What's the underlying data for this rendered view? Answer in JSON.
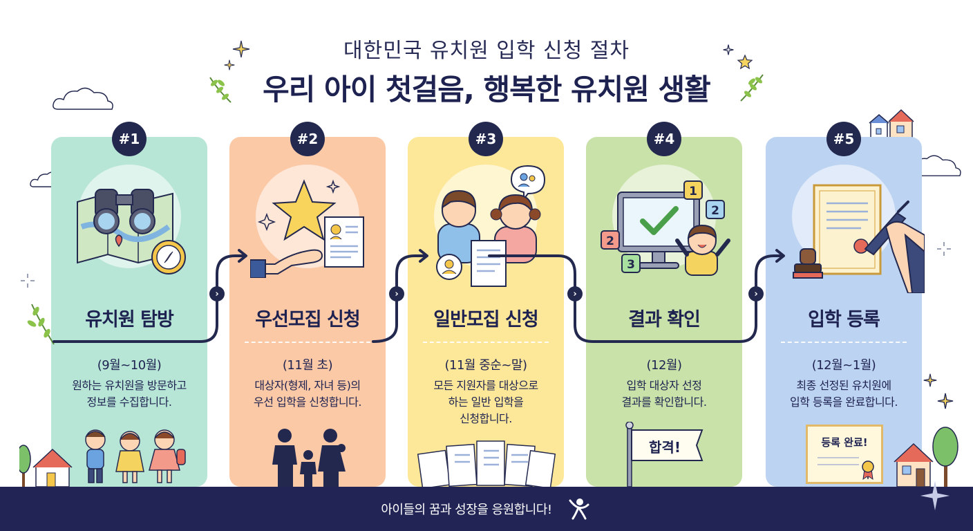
{
  "header": {
    "subtitle": "대한민국 유치원 입학 신청 절차",
    "title": "우리 아이 첫걸음, 행복한 유치원 생활"
  },
  "colors": {
    "step1": "#b8e6d6",
    "step2": "#fcc9a7",
    "step3": "#fde89a",
    "step4": "#c9e2a9",
    "step5": "#bdd3f2",
    "navy": "#212454"
  },
  "steps": [
    {
      "badge": "#1",
      "title": "유치원 탐방",
      "period": "(9월~10월)",
      "desc": "원하는 유치원을 방문하고\n정보를 수집합니다.",
      "icon": "binoculars-map-icon"
    },
    {
      "badge": "#2",
      "title": "우선모집 신청",
      "period": "(11월 초)",
      "desc": "대상자(형제, 자녀 등)의\n우선 입학을 신청합니다.",
      "icon": "star-hand-document-icon"
    },
    {
      "badge": "#3",
      "title": "일반모집 신청",
      "period": "(11월 중순~말)",
      "desc": "모든 지원자를 대상으로\n하는 일반 입학을\n신청합니다.",
      "icon": "children-application-icon"
    },
    {
      "badge": "#4",
      "title": "결과 확인",
      "period": "(12월)",
      "desc": "입학 대상자 선정\n결과를 확인합니다.",
      "icon": "monitor-check-icon",
      "flag_text": "합격!",
      "numbers": [
        "1",
        "2",
        "2",
        "3"
      ]
    },
    {
      "badge": "#5",
      "title": "입학 등록",
      "period": "(12월~1월)",
      "desc": "최종 선정된 유치원에\n입학 등록을 완료합니다.",
      "icon": "certificate-stamp-icon",
      "certificate_text": "등록 완료!"
    }
  ],
  "footer": {
    "text": "아이들의 꿈과 성장을 응원합니다!"
  }
}
